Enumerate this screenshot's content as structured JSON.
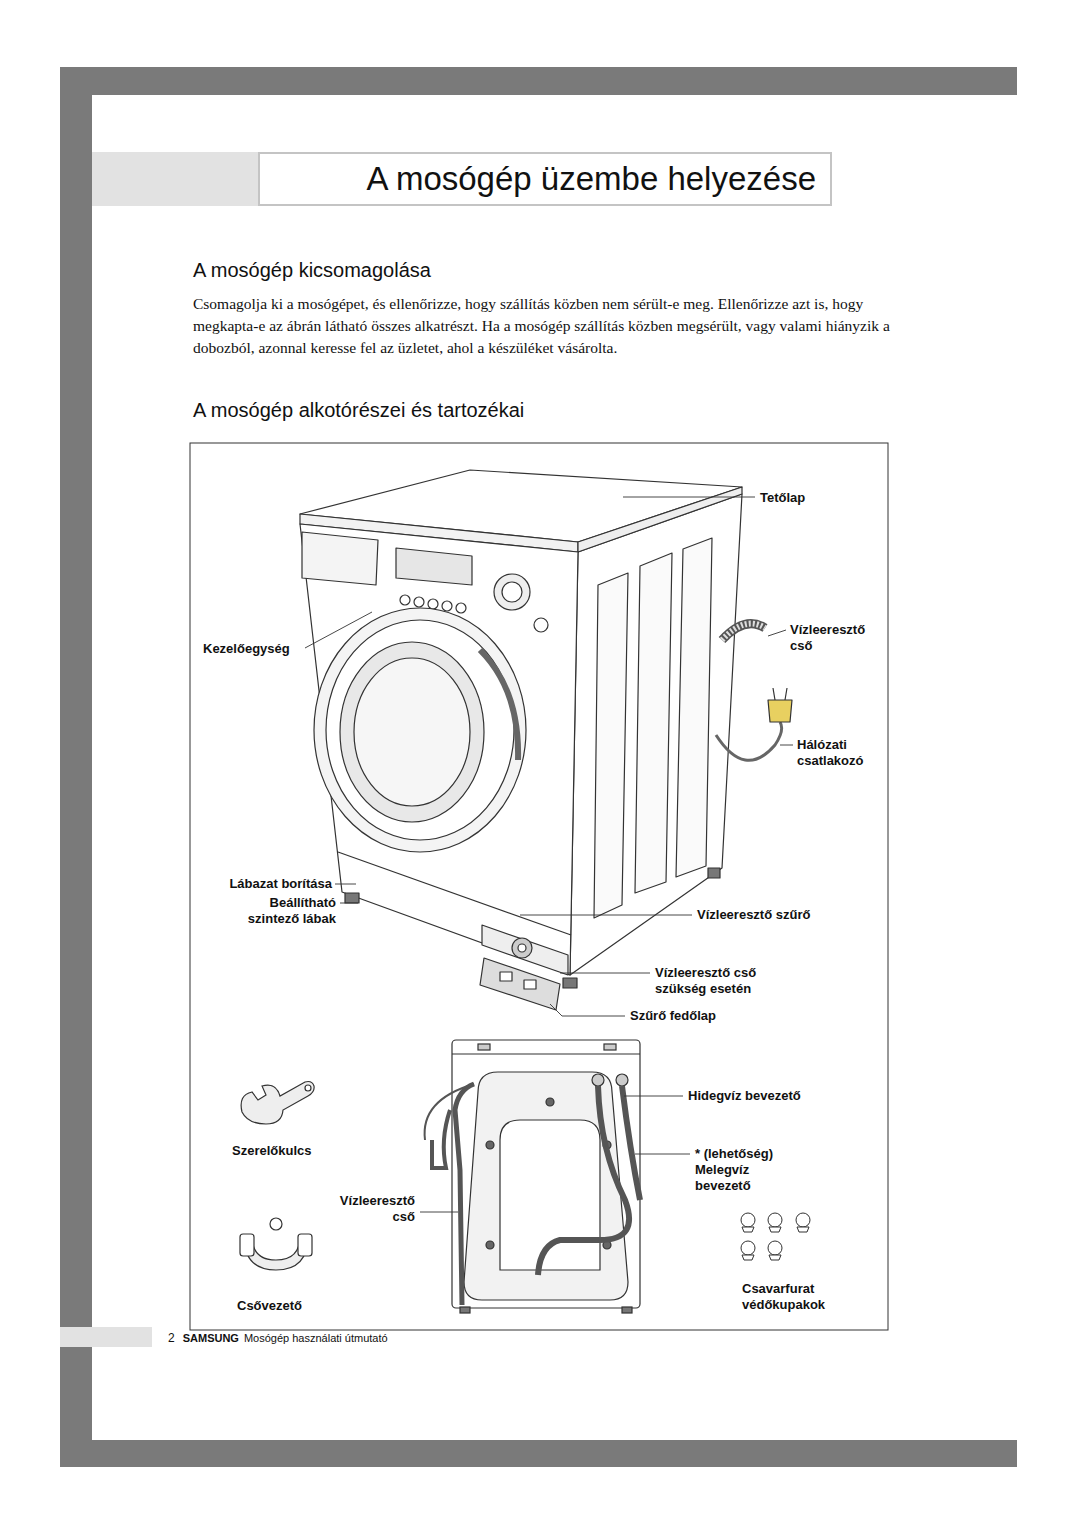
{
  "diagram": {
    "title": "A mosógép üzembe helyezése",
    "labels": [
      "A mosógép kicsomagolása",
      "Csomagolja ki a mosógépet, és ellenőrizze, hogy szállítás közben nem sérült-e meg. Ellenőrizze azt is, hogy megkapta-e az ábrán látható összes alkatrészt. Ha a mosógép szállítás közben megsérült, vagy valami hiányzik a dobozból, azonnal keresse fel az üzletet, ahol a készüléket vásárolta.",
      "A mosógép alkotórészei és tartozékai",
      "Tetőlap",
      "Kezelőegység",
      "Vízleeresztő cső",
      "Hálózati csatlakozó",
      "Lábazat borítása",
      "Beállítható szintező lábak",
      "Vízleeresztő szűrő",
      "Vízleeresztő cső szükség esetén",
      "Szűrő fedőlap",
      "Hidegvíz bevezető",
      "* (lehetőség) Melegvíz bevezető",
      "Szerelőkulcs",
      "Vízleeresztő cső",
      "Csővezető",
      "Csavarfurat védőkupakok",
      "2",
      "SAMSUNG",
      "Mosógép használati útmutató"
    ]
  }
}
